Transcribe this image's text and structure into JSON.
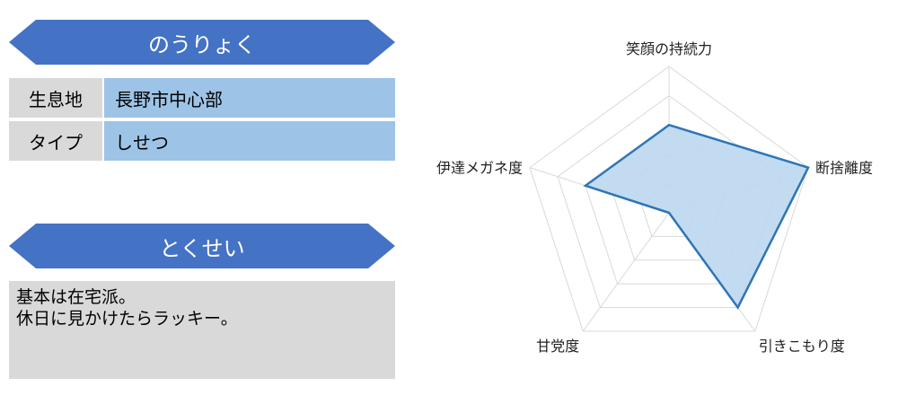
{
  "ability": {
    "heading": "のうりょく",
    "rows": [
      {
        "label": "生息地",
        "value": "長野市中心部"
      },
      {
        "label": "タイプ",
        "value": "しせつ"
      }
    ]
  },
  "traits": {
    "heading": "とくせい",
    "lines": [
      "基本は在宅派。",
      "休日に見かけたらラッキー。"
    ]
  },
  "chart_data": {
    "type": "radar",
    "axes": [
      "笑顔の持続力",
      "断捨離度",
      "引きこもり度",
      "甘党度",
      "伊達メガネ度"
    ],
    "values": [
      3,
      5,
      4,
      0,
      3
    ],
    "range": [
      0,
      5
    ],
    "grid": true,
    "colors": {
      "fill": "#bdd7ee",
      "line": "#2e75b6",
      "grid": "#d9d9d9"
    }
  }
}
